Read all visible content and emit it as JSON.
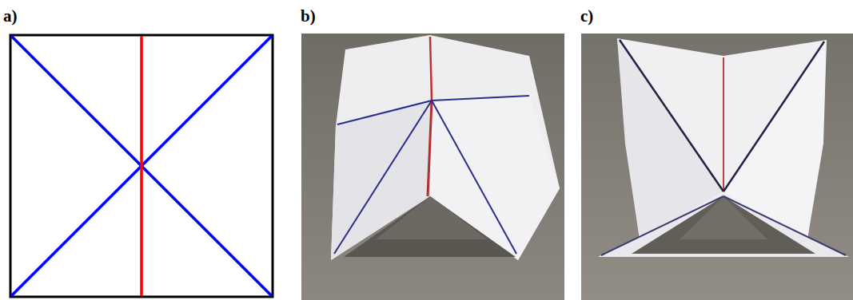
{
  "diagram": {
    "labels": [
      "a)",
      "b)",
      "c)"
    ]
  }
}
